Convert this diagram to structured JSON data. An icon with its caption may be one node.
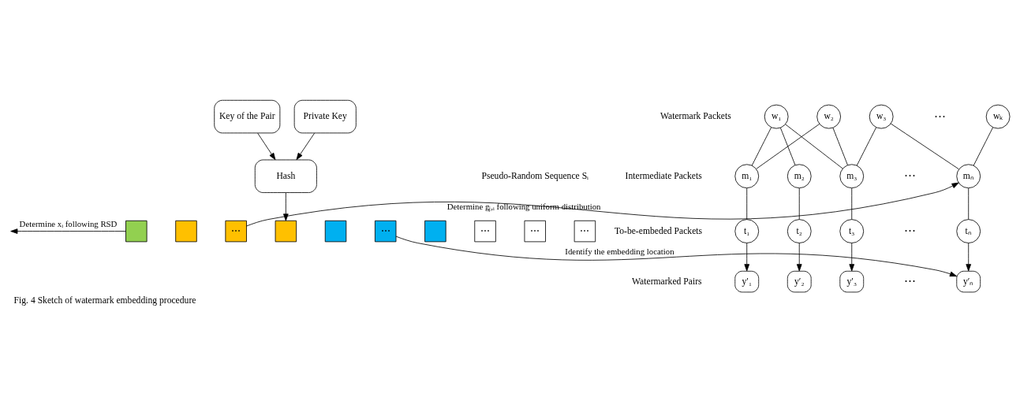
{
  "diagram": {
    "caption": "Fig. 4 Sketch of watermark embedding procedure",
    "nodes": [
      {
        "text": [
          "w₁"
        ]
      },
      {
        "text": [
          "w₂"
        ]
      },
      {
        "text": [
          "w₃"
        ]
      },
      {
        "text": [
          "wₖ"
        ]
      },
      {
        "text": [
          "m₁"
        ]
      },
      {
        "text": [
          "m₂"
        ]
      },
      {
        "text": [
          "m₃"
        ]
      },
      {
        "text": [
          "mₙ"
        ]
      },
      {
        "text": [
          "t₁"
        ]
      },
      {
        "text": [
          "t₂"
        ]
      },
      {
        "text": [
          "t₃"
        ]
      },
      {
        "text": [
          "tₙ"
        ]
      },
      {
        "text": [
          "y′₁"
        ]
      },
      {
        "text": [
          "y′₂"
        ]
      },
      {
        "text": [
          "y′₃"
        ]
      },
      {
        "text": [
          "y′ₙ"
        ]
      },
      {
        "text": [
          "Key of the Pair"
        ]
      },
      {
        "text": [
          "Private Key"
        ]
      },
      {
        "text": [
          "Hash"
        ]
      },
      {
        "text": [],
        "shape": "box"
      },
      {
        "text": [],
        "shape": "box"
      },
      {
        "text": [
          "⋯"
        ]
      },
      {
        "text": [],
        "shape": "box"
      },
      {
        "text": [],
        "shape": "box"
      },
      {
        "text": [
          "⋯"
        ]
      },
      {
        "text": [],
        "shape": "box"
      },
      {
        "text": [
          "⋯"
        ]
      },
      {
        "text": [
          "⋯"
        ]
      },
      {
        "text": [
          "⋯"
        ]
      }
    ],
    "edges": [
      {
        "from": 0,
        "to": 4,
        "arrow": "none"
      },
      {
        "from": 0,
        "to": 5,
        "arrow": "none"
      },
      {
        "from": 0,
        "to": 6,
        "arrow": "none"
      },
      {
        "from": 1,
        "to": 4,
        "arrow": "none"
      },
      {
        "from": 1,
        "to": 6,
        "arrow": "none"
      },
      {
        "from": 2,
        "to": 6,
        "arrow": "none"
      },
      {
        "from": 2,
        "to": 7,
        "arrow": "none"
      },
      {
        "from": 3,
        "to": 7,
        "arrow": "none"
      },
      {
        "from": 4,
        "to": 8,
        "arrow": "none"
      },
      {
        "from": 5,
        "to": 9,
        "arrow": "none"
      },
      {
        "from": 6,
        "to": 10,
        "arrow": "none"
      },
      {
        "from": 7,
        "to": 11,
        "arrow": "none"
      },
      {
        "from": 8,
        "to": 12,
        "arrow": "to"
      },
      {
        "from": 9,
        "to": 13,
        "arrow": "to"
      },
      {
        "from": 10,
        "to": 14,
        "arrow": "to"
      },
      {
        "from": 11,
        "to": 15,
        "arrow": "to"
      },
      {
        "from": 16,
        "to": 18,
        "arrow": "to"
      },
      {
        "from": 17,
        "to": 18,
        "arrow": "to"
      },
      {
        "from": 18,
        "to": 22,
        "arrow": "to"
      },
      {
        "from": 19,
        "to": null,
        "arrow": "to",
        "label": "Determine xᵢ following RSD"
      },
      {
        "from": 21,
        "to": 7,
        "arrow": "to",
        "label": "Determine gⱼ,ᵢ following uniform distribution"
      },
      {
        "from": 24,
        "to": 15,
        "arrow": "to",
        "label": "Identify the embedding location"
      }
    ],
    "labels": [
      "Watermark Packets",
      "⋯",
      "Intermediate Packets",
      "⋯",
      "To-be-embeded Packets",
      "⋯",
      "Watermarked Pairs",
      "⋯",
      "Pseudo-Random Sequence Sᵢ"
    ]
  }
}
